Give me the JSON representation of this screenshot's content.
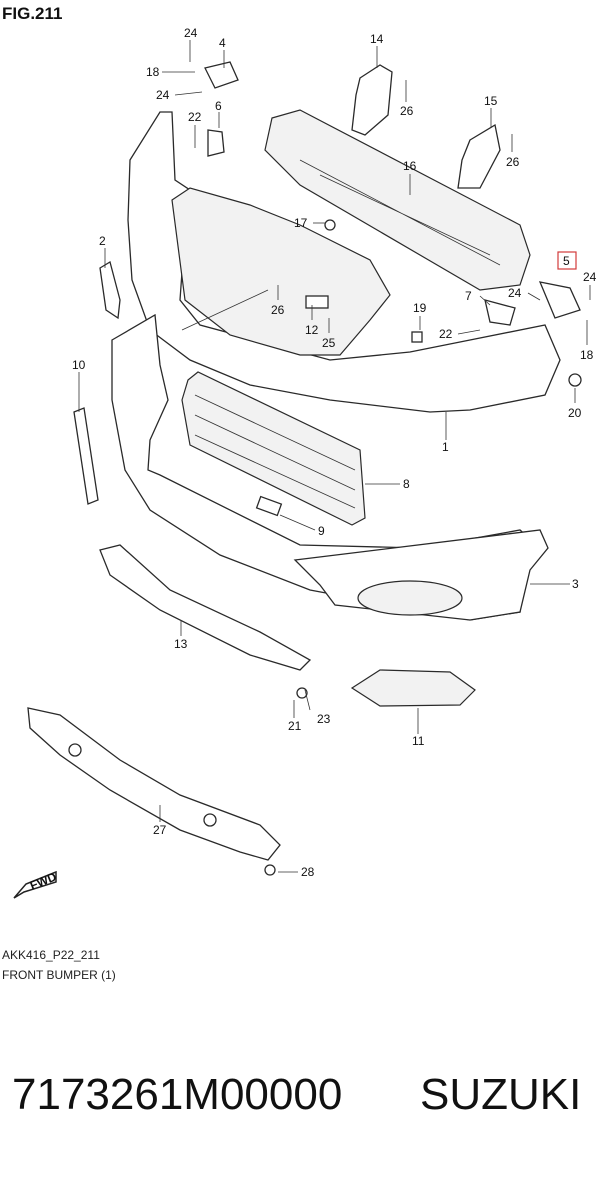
{
  "figure": {
    "title": "FIG.211"
  },
  "callouts": [
    "24",
    "4",
    "18",
    "24",
    "6",
    "22",
    "14",
    "26",
    "15",
    "26",
    "16",
    "2",
    "17",
    "26",
    "12",
    "25",
    "5",
    "24",
    "7",
    "24",
    "22",
    "19",
    "18",
    "20",
    "10",
    "1",
    "8",
    "9",
    "3",
    "13",
    "21",
    "23",
    "11",
    "27",
    "28"
  ],
  "highlighted_callout": "5",
  "fwd_label": "FWD",
  "caption": {
    "code": "AKK416_P22_211",
    "name": "FRONT BUMPER (1)"
  },
  "part_number": "7173261M00000",
  "brand": "SUZUKI",
  "colors": {
    "highlight_box": "#d23b3b",
    "line": "#2a2a2a"
  }
}
